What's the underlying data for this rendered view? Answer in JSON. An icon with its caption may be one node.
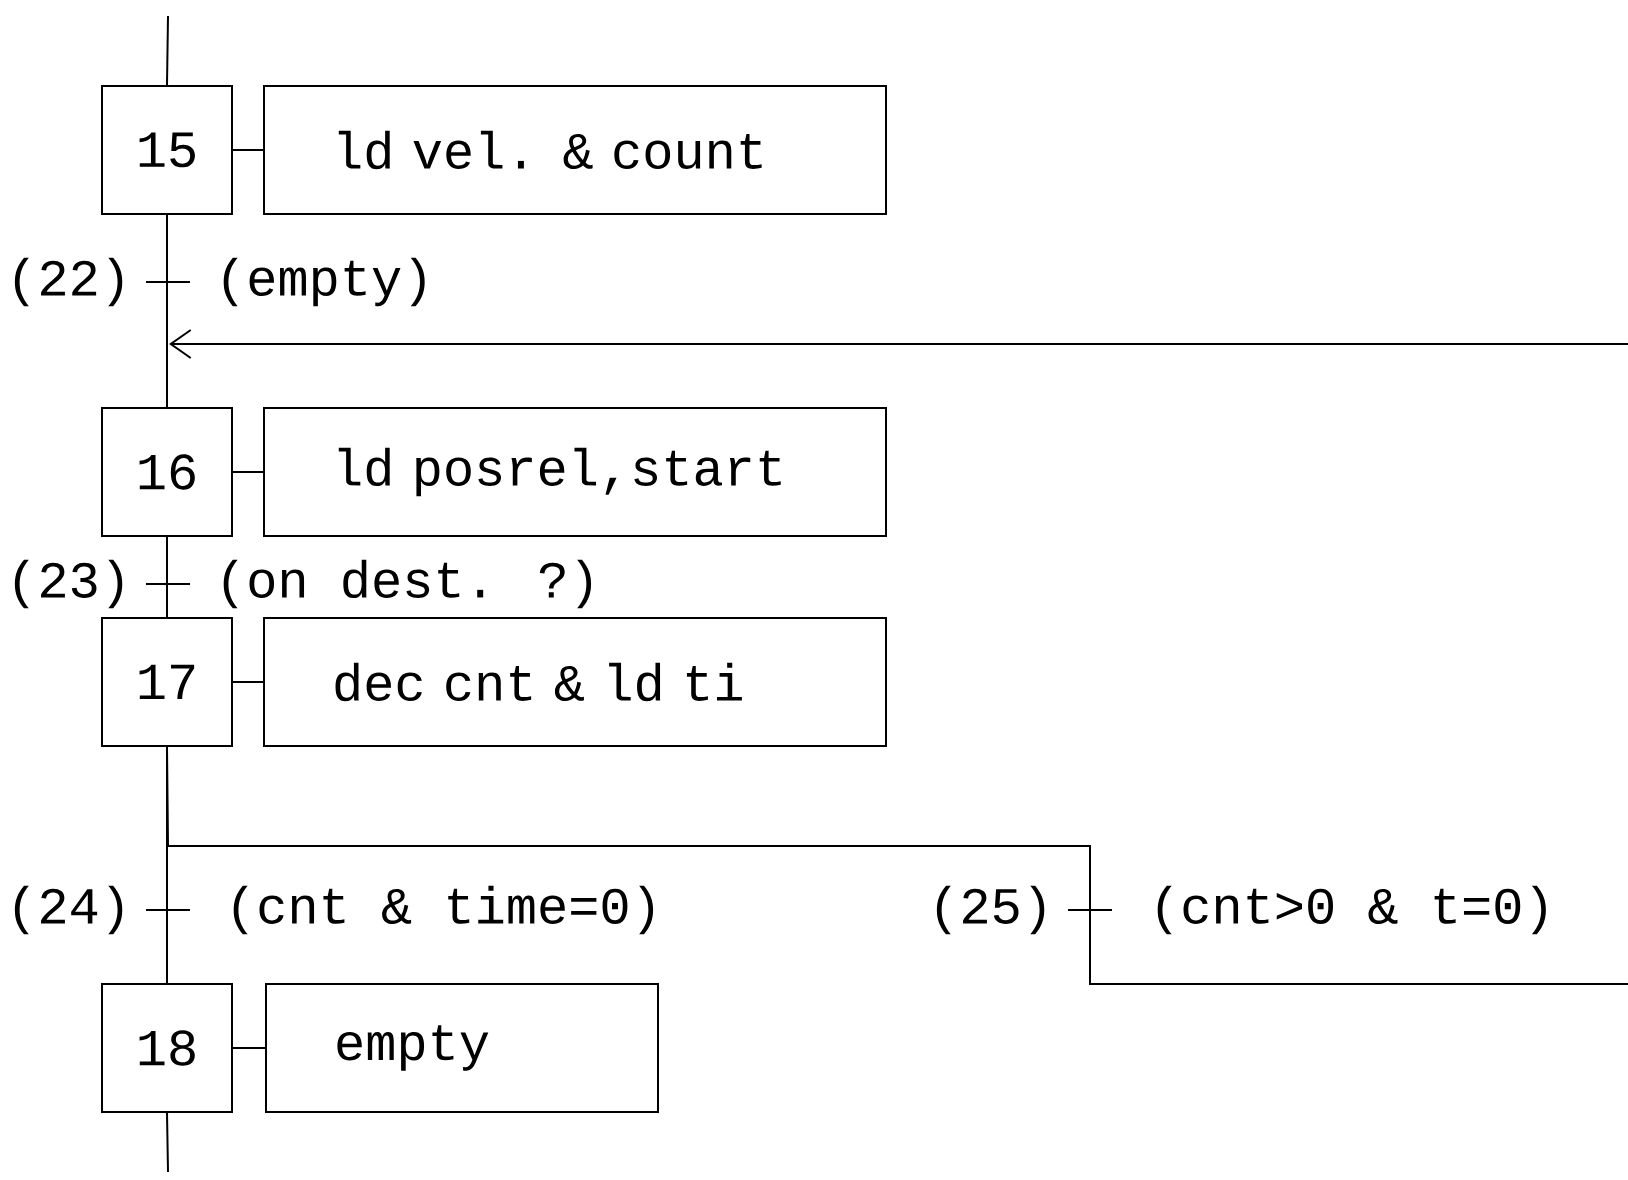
{
  "diagram": {
    "nodes": [
      {
        "text": [
          "15"
        ]
      },
      {
        "text": [
          "ld vel. & count"
        ]
      },
      {
        "text": [
          "16"
        ]
      },
      {
        "text": [
          "ld posrel,start"
        ]
      },
      {
        "text": [
          "17"
        ]
      },
      {
        "text": [
          "dec cnt & ld ti"
        ]
      },
      {
        "text": [
          "18"
        ]
      },
      {
        "text": [
          "empty"
        ]
      }
    ],
    "edges": [
      {
        "from": null,
        "to": 0,
        "arrow": "none"
      },
      {
        "from": 0,
        "to": 1,
        "arrow": "none"
      },
      {
        "from": 0,
        "to": 2,
        "arrow": "none"
      },
      {
        "from": null,
        "to": 2,
        "arrow": "to"
      },
      {
        "from": 2,
        "to": 3,
        "arrow": "none"
      },
      {
        "from": 2,
        "to": 4,
        "arrow": "none"
      },
      {
        "from": 4,
        "to": 5,
        "arrow": "none"
      },
      {
        "from": 4,
        "to": 6,
        "arrow": "none"
      },
      {
        "from": 4,
        "to": null,
        "arrow": "none"
      },
      {
        "from": 6,
        "to": 7,
        "arrow": "none"
      },
      {
        "from": 6,
        "to": null,
        "arrow": "none"
      }
    ],
    "labels": [
      "(22)",
      "(empty)",
      "(23)",
      "(on dest. ?)",
      "(24)",
      "(cnt & time=0)",
      "(25)",
      "(cnt>0 & t=0)"
    ]
  }
}
